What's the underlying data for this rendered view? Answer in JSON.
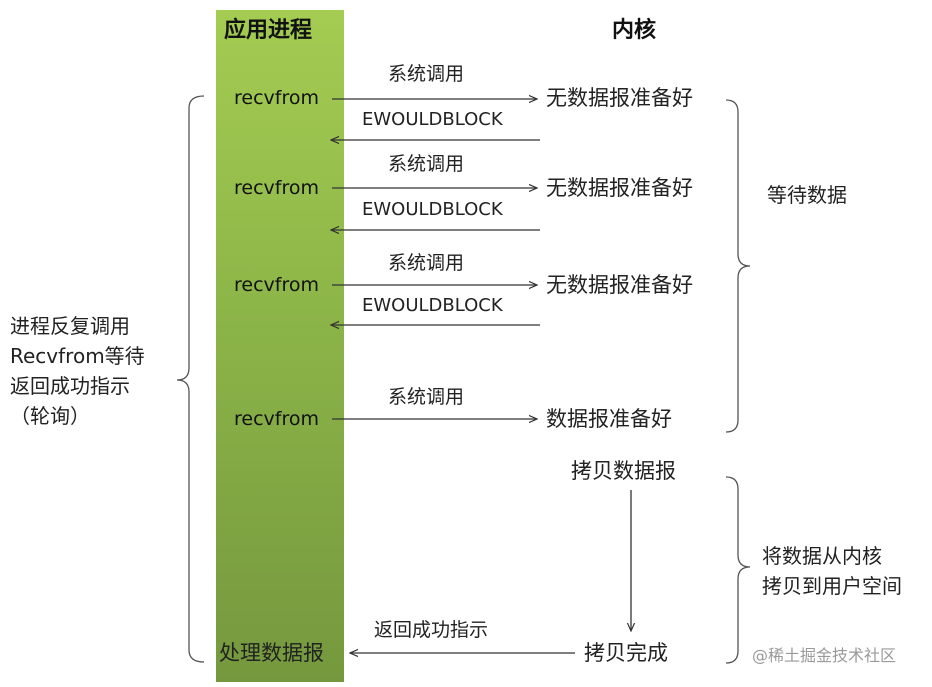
{
  "headers": {
    "app": "应用进程",
    "kernel": "内核"
  },
  "steps": [
    {
      "app": "recvfrom",
      "call": "系统调用",
      "kernel": "无数据报准备好",
      "return": "EWOULDBLOCK"
    },
    {
      "app": "recvfrom",
      "call": "系统调用",
      "kernel": "无数据报准备好",
      "return": "EWOULDBLOCK"
    },
    {
      "app": "recvfrom",
      "call": "系统调用",
      "kernel": "无数据报准备好",
      "return": "EWOULDBLOCK"
    },
    {
      "app": "recvfrom",
      "call": "系统调用",
      "kernel": "数据报准备好"
    }
  ],
  "copy": {
    "start": "拷贝数据报",
    "done": "拷贝完成",
    "return": "返回成功指示",
    "app": "处理数据报"
  },
  "annotations": {
    "left": [
      "进程反复调用",
      "Recvfrom等待",
      "返回成功指示",
      "（轮询）"
    ],
    "wait": "等待数据",
    "copy": [
      "将数据从内核",
      "拷贝到用户空间"
    ]
  },
  "watermark": "@稀土掘金技术社区",
  "colors": {
    "app_column_top": "#a4cc52",
    "app_column_bottom": "#75983e"
  }
}
